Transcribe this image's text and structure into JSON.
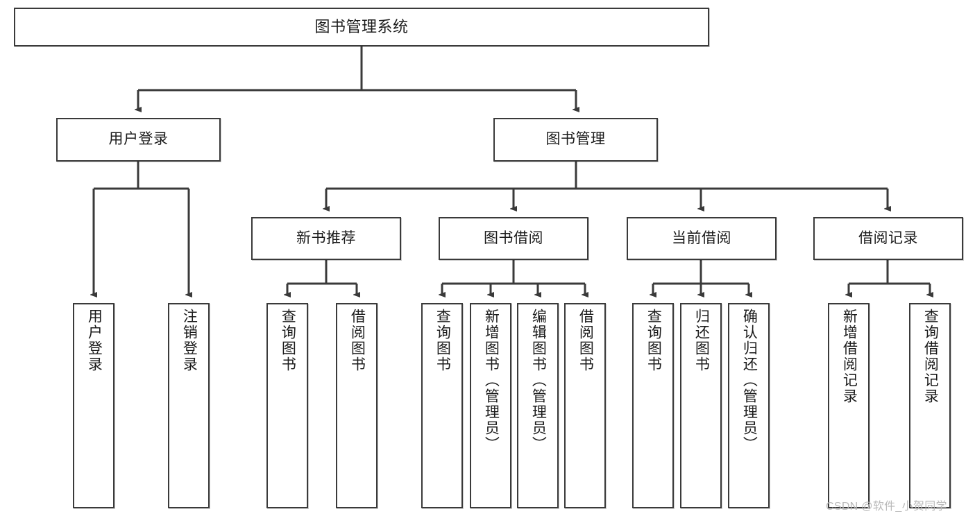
{
  "diagram": {
    "title": "图书管理系统",
    "type": "hierarchy-tree",
    "root": {
      "id": "root",
      "label": "图书管理系统"
    },
    "level2": [
      {
        "id": "user-login",
        "label": "用户登录"
      },
      {
        "id": "book-manage",
        "label": "图书管理"
      }
    ],
    "level3": [
      {
        "id": "new-book-rec",
        "label": "新书推荐"
      },
      {
        "id": "book-borrow",
        "label": "图书借阅"
      },
      {
        "id": "current-borrow",
        "label": "当前借阅"
      },
      {
        "id": "borrow-record",
        "label": "借阅记录"
      }
    ],
    "leaves": {
      "user_login": [
        {
          "id": "leaf-user-login",
          "label": "用户登录"
        },
        {
          "id": "leaf-logout",
          "label": "注销登录"
        }
      ],
      "new_book_rec": [
        {
          "id": "leaf-query-book-1",
          "label": "查询图书"
        },
        {
          "id": "leaf-borrow-book-1",
          "label": "借阅图书"
        }
      ],
      "book_borrow": [
        {
          "id": "leaf-query-book-2",
          "label": "查询图书"
        },
        {
          "id": "leaf-add-book",
          "label": "新增图书（管理员）"
        },
        {
          "id": "leaf-edit-book",
          "label": "编辑图书（管理员）"
        },
        {
          "id": "leaf-borrow-book-2",
          "label": "借阅图书"
        }
      ],
      "current_borrow": [
        {
          "id": "leaf-query-book-3",
          "label": "查询图书"
        },
        {
          "id": "leaf-return-book",
          "label": "归还图书"
        },
        {
          "id": "leaf-confirm-return",
          "label": "确认归还（管理员）"
        }
      ],
      "borrow_record": [
        {
          "id": "leaf-add-record",
          "label": "新增借阅记录"
        },
        {
          "id": "leaf-query-record",
          "label": "查询借阅记录"
        }
      ]
    },
    "colors": {
      "stroke": "#3a3a3a",
      "fill": "#ffffff",
      "text": "#1b1b1b",
      "watermark": "#b9b9b9"
    }
  },
  "watermark": {
    "text": "CSDN @软件_小贺同学"
  }
}
